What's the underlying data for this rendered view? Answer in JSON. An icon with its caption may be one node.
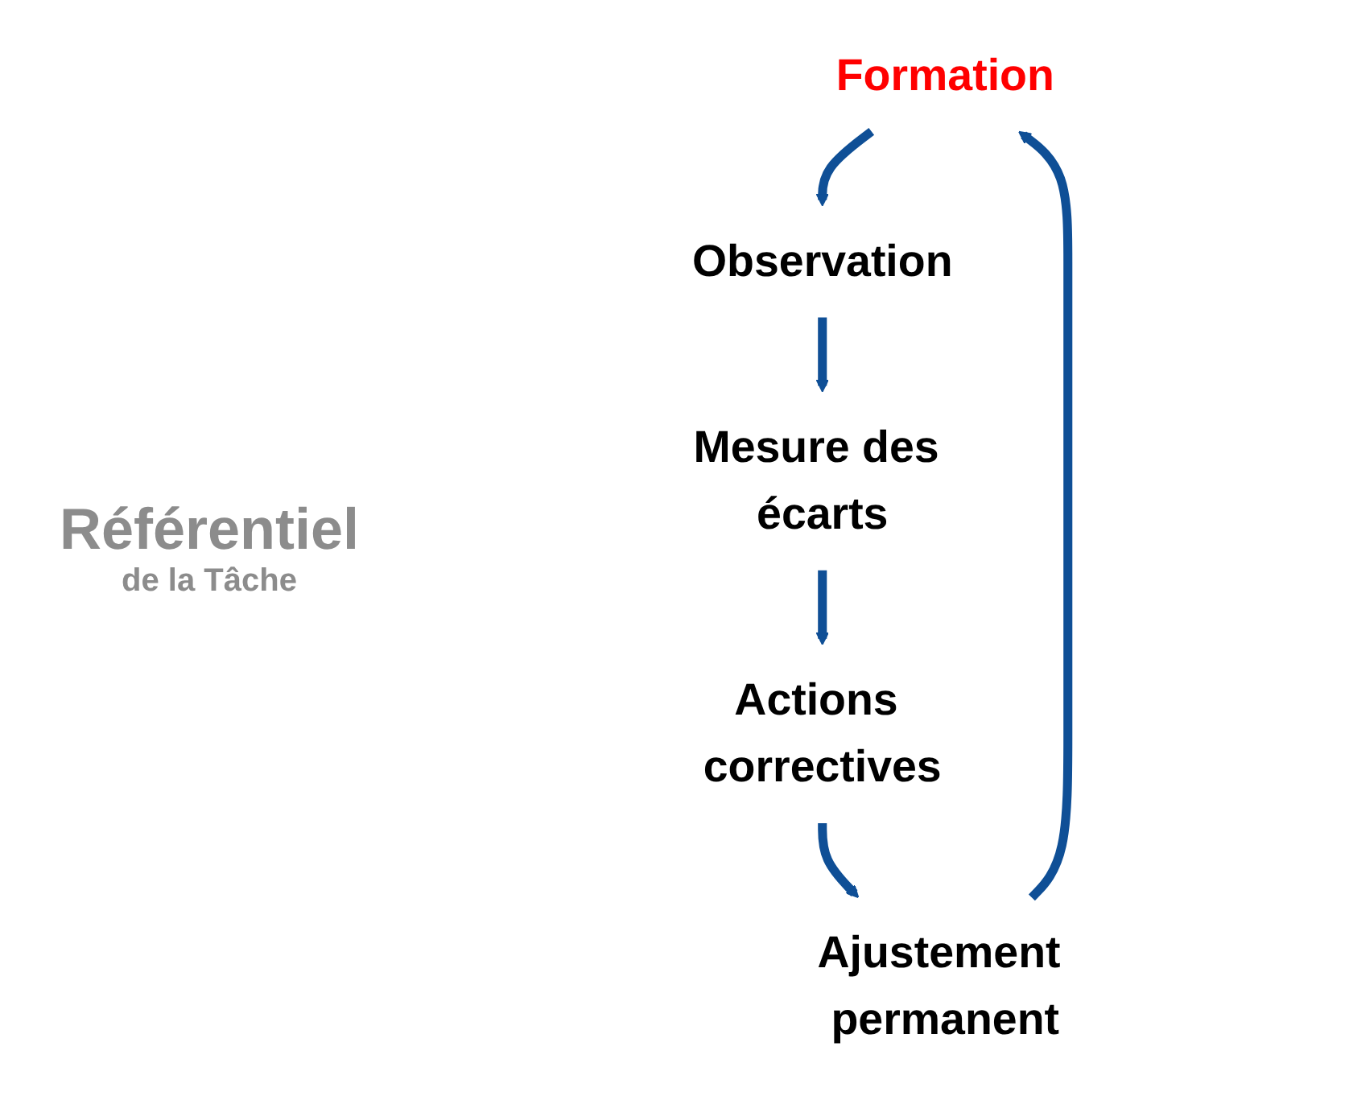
{
  "diagram": {
    "nodes": [
      {
        "text": [
          "Formation"
        ]
      },
      {
        "text": [
          "Observation"
        ]
      },
      {
        "text": [
          "Mesure des écarts"
        ]
      },
      {
        "text": [
          "Actions correctives"
        ]
      },
      {
        "text": [
          "Ajustement permanent"
        ]
      }
    ],
    "edges": [
      {
        "from": 0,
        "to": 1,
        "arrow": "to"
      },
      {
        "from": 1,
        "to": 2,
        "arrow": "to"
      },
      {
        "from": 2,
        "to": 3,
        "arrow": "to"
      },
      {
        "from": 3,
        "to": 4,
        "arrow": "to"
      },
      {
        "from": 4,
        "to": 0,
        "arrow": "to"
      }
    ],
    "labels": [
      "Référentiel",
      "de la Tâche"
    ]
  }
}
